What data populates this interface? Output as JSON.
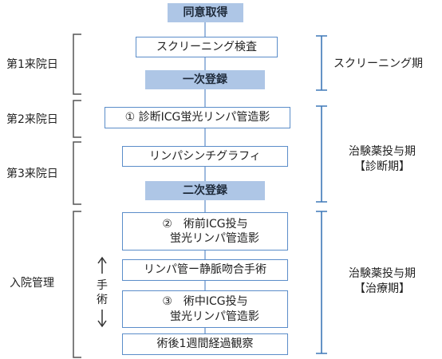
{
  "flow": {
    "consent": "同意取得",
    "screening_exam": "スクリーニング検査",
    "primary_registration": "一次登録",
    "diagnostic_icg": "① 診断ICG蛍光リンパ管造影",
    "lymphoscintigraphy": "リンパシンチグラフィ",
    "secondary_registration": "二次登録",
    "preop_icg_line1": "②　術前ICG投与",
    "preop_icg_line2": "蛍光リンパ管造影",
    "lva_surgery": "リンパ管ー静脈吻合手術",
    "intraop_icg_line1": "③　術中ICG投与",
    "intraop_icg_line2": "蛍光リンパ管造影",
    "postop_observation": "術後1週間経過観察"
  },
  "visits": {
    "visit1": "第1来院日",
    "visit2": "第2来院日",
    "visit3": "第3来院日",
    "admission": "入院管理"
  },
  "periods": {
    "screening": "スクリーニング期",
    "diag_line1": "治験薬投与期",
    "diag_line2": "【診断期】",
    "treat_line1": "治験薬投与期",
    "treat_line2": "【治療期】"
  },
  "surgery_label": [
    "手",
    "術"
  ],
  "colors": {
    "registration_fill": "#aec6e6",
    "box_border": "#5b8dc9",
    "bracket_right": "#3e78b8",
    "bracket_left": "#555555",
    "connector": "#7fa4d4"
  }
}
